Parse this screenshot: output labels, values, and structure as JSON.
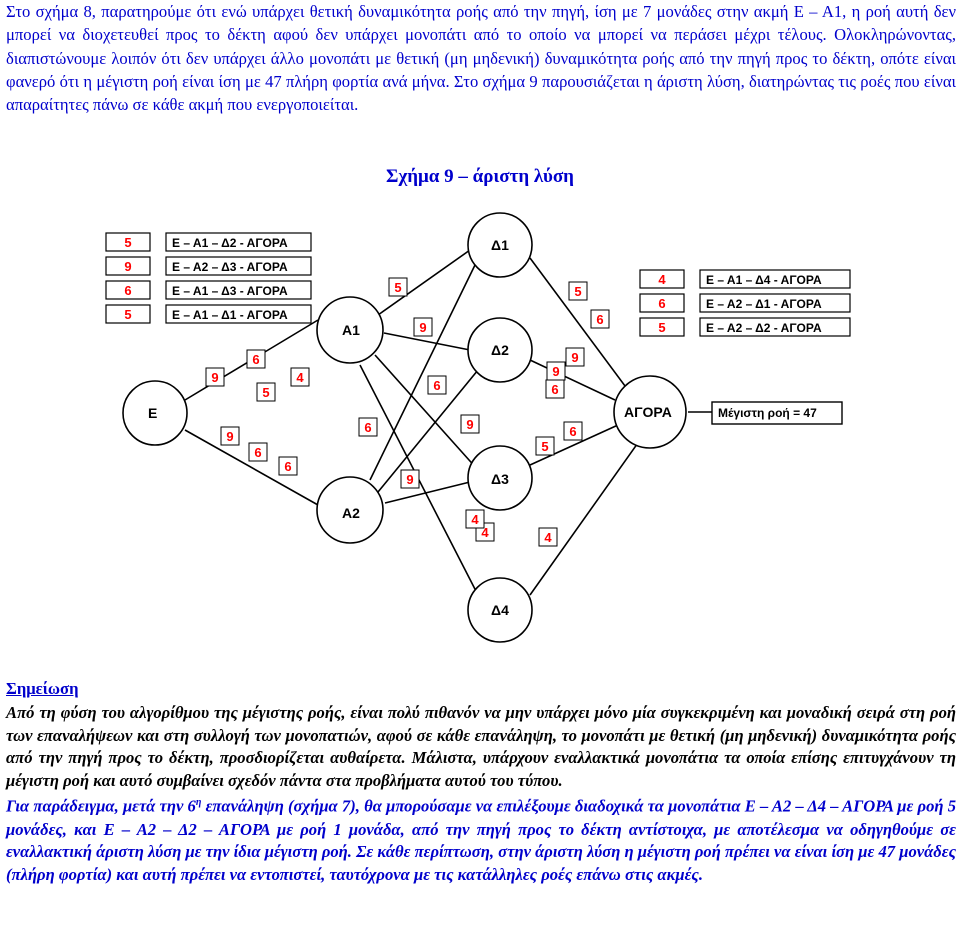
{
  "intro": "Στο σχήμα 8, παρατηρούμε ότι ενώ υπάρχει θετική δυναμικότητα ροής από την πηγή, ίση με 7 μονάδες στην ακμή Ε – Α1, η ροή αυτή δεν μπορεί να διοχετευθεί προς το δέκτη αφού δεν υπάρχει μονοπάτι από το οποίο να μπορεί να περάσει μέχρι τέλους. Ολοκληρώνοντας, διαπιστώνουμε λοιπόν ότι δεν υπάρχει άλλο μονοπάτι με θετική (μη μηδενική) δυναμικότητα ροής από την πηγή προς το δέκτη, οπότε είναι φανερό ότι η μέγιστη ροή είναι ίση με 47 πλήρη φορτία ανά μήνα. Στο σχήμα 9 παρουσιάζεται η άριστη λύση, διατηρώντας τις ροές που είναι απαραίτητες πάνω σε κάθε ακμή που ενεργοποιείται.",
  "figure": {
    "title": "Σχήμα 9 – άριστη λύση",
    "nodes": {
      "source": "Ε",
      "a1": "Α1",
      "a2": "Α2",
      "d1": "Δ1",
      "d2": "Δ2",
      "d3": "Δ3",
      "d4": "Δ4",
      "sink": "ΑΓΟΡΑ"
    },
    "left_legend": [
      {
        "flow": "5",
        "path": "Ε – Α1 – Δ2 - ΑΓΟΡΑ"
      },
      {
        "flow": "9",
        "path": "Ε – Α2 – Δ3 - ΑΓΟΡΑ"
      },
      {
        "flow": "6",
        "path": "Ε – Α1 – Δ3 - ΑΓΟΡΑ"
      },
      {
        "flow": "5",
        "path": "Ε – Α1 – Δ1 - ΑΓΟΡΑ"
      }
    ],
    "right_legend": [
      {
        "flow": "4",
        "path": "Ε – Α1 – Δ4 - ΑΓΟΡΑ"
      },
      {
        "flow": "6",
        "path": "Ε – Α2 – Δ1 - ΑΓΟΡΑ"
      },
      {
        "flow": "5",
        "path": "Ε – Α2 – Δ2 - ΑΓΟΡΑ"
      }
    ],
    "max_flow_label": "Μέγιστη ροή = 47",
    "edge_flows": {
      "e_a1_top": "9",
      "e_a1_mid": "6",
      "e_a1_low": "5",
      "e_a1_right": "4",
      "e_a2_top": "9",
      "e_a2_mid": "6",
      "e_a2_low": "6",
      "a1_d1": "5",
      "a1_d2": "9",
      "a1_d3": "6",
      "a2_d1": "6",
      "a2_d3": "9",
      "a2_d2": "9",
      "a1_d4": "4",
      "d1_sink_a": "5",
      "d1_sink_b": "6",
      "d2_sink_a": "9",
      "d2_sink_b": "6",
      "d3_sink_a": "6",
      "d3_sink_b": "5",
      "d3_sink_c": "9",
      "d4_left": "4",
      "d4_right": "4"
    }
  },
  "note": {
    "heading": "Σημείωση",
    "p1": "Από τη φύση του αλγορίθμου της μέγιστης ροής, είναι πολύ πιθανόν να μην υπάρχει μόνο μία συγκεκριμένη και μοναδική σειρά στη ροή των επαναλήψεων και στη συλλογή των μονοπατιών, αφού σε κάθε επανάληψη, το μονοπάτι με θετική (μη μηδενική) δυναμικότητα ροής από την πηγή προς το δέκτη, προσδιορίζεται αυθαίρετα. Μάλιστα, υπάρχουν εναλλακτικά μονοπάτια τα οποία επίσης επιτυγχάνουν τη μέγιστη ροή και αυτό συμβαίνει σχεδόν πάντα στα προβλήματα αυτού του τύπου.",
    "p2_before_sup": "Για παράδειγμα, μετά την 6",
    "p2_sup": "η",
    "p2_after_sup": " επανάληψη (σχήμα 7), θα μπορούσαμε να επιλέξουμε διαδοχικά τα μονοπάτια Ε – Α2 – Δ4 – ΑΓΟΡΑ με ροή 5 μονάδες, και Ε – Α2 – Δ2 – ΑΓΟΡΑ με ροή 1 μονάδα, από την πηγή προς το δέκτη αντίστοιχα, με αποτέλεσμα να οδηγηθούμε σε εναλλακτική άριστη λύση με την ίδια μέγιστη ροή. Σε κάθε περίπτωση, στην άριστη λύση η μέγιστη ροή πρέπει να είναι ίση με 47 μονάδες (πλήρη φορτία) και αυτή πρέπει να εντοπιστεί, ταυτόχρονα με τις κατάλληλες ροές επάνω στις ακμές."
  }
}
